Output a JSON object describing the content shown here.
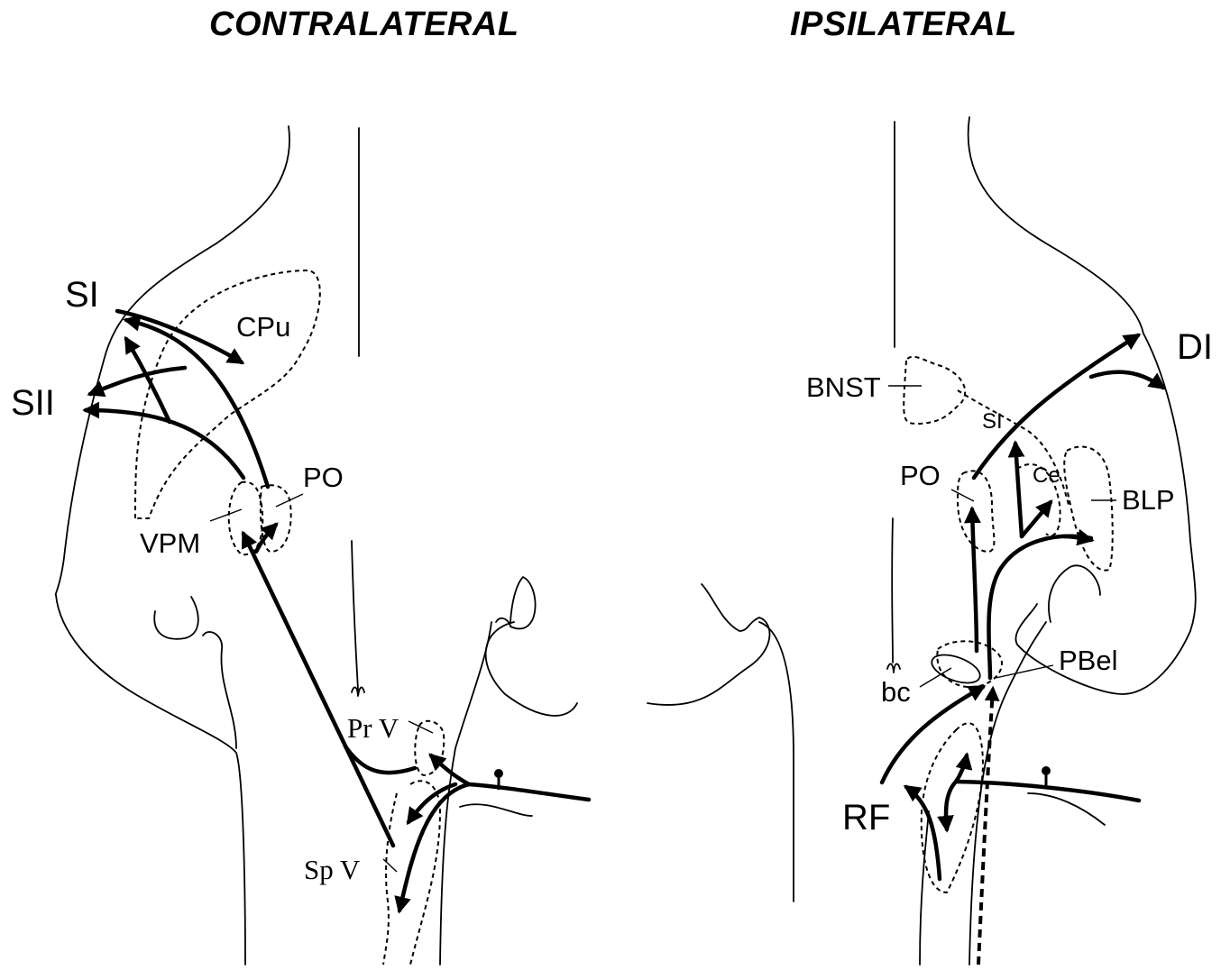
{
  "titles": {
    "left": "CONTRALATERAL",
    "right": "IPSILATERAL"
  },
  "labels": {
    "si": "SI",
    "sii": "SII",
    "cpu": "CPu",
    "po_left": "PO",
    "vpm": "VPM",
    "prv": "Pr V",
    "spv": "Sp V",
    "di": "DI",
    "bnst": "BNST",
    "si_right": "SI",
    "po_right": "PO",
    "ce": "Ce",
    "blp": "BLP",
    "pbel": "PBel",
    "bc": "bc",
    "rf": "RF"
  }
}
